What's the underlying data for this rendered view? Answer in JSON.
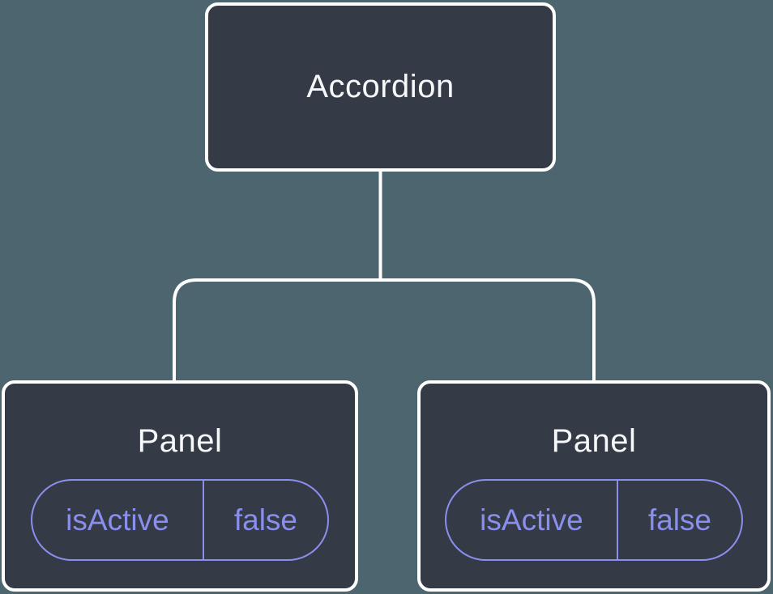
{
  "diagram": {
    "title": "component-state-tree",
    "root": {
      "label": "Accordion"
    },
    "children": [
      {
        "label": "Panel",
        "state": {
          "key": "isActive",
          "value": "false"
        }
      },
      {
        "label": "Panel",
        "state": {
          "key": "isActive",
          "value": "false"
        }
      }
    ],
    "colors": {
      "background": "#4d656e",
      "node_fill": "#343a46",
      "node_border": "#ffffff",
      "node_text": "#f6f7f9",
      "state_accent": "#8a8fee",
      "connector": "#ffffff"
    }
  }
}
